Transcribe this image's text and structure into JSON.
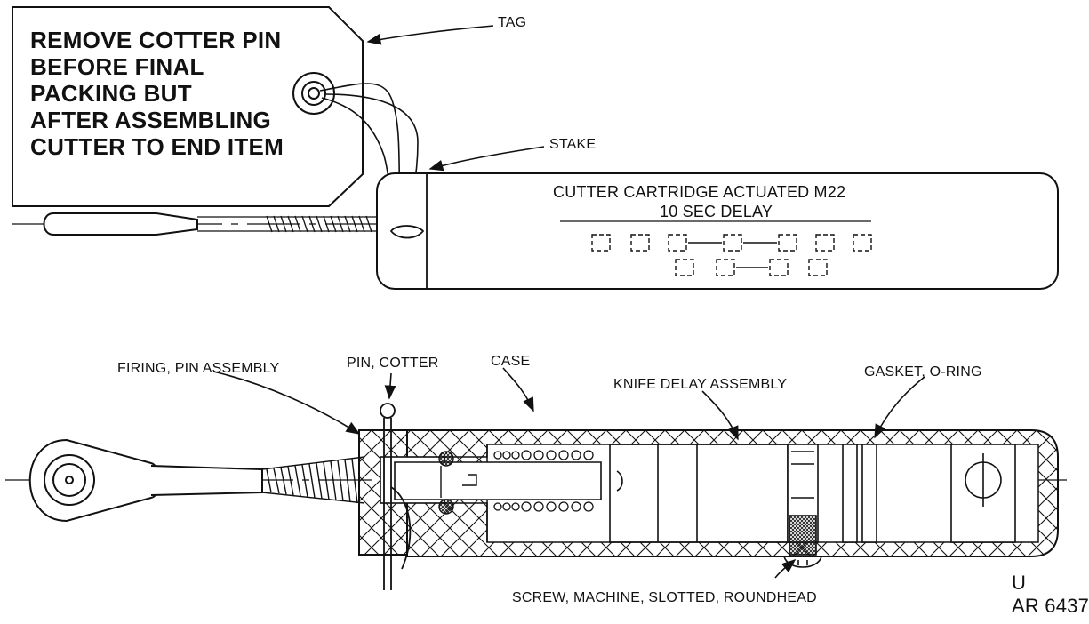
{
  "tag_note": {
    "lines": [
      "REMOVE COTTER PIN",
      "BEFORE FINAL",
      "PACKING BUT",
      "AFTER ASSEMBLING",
      "CUTTER TO END ITEM"
    ]
  },
  "top_view": {
    "tag_label": "TAG",
    "stake_label": "STAKE",
    "body_title": "CUTTER CARTRIDGE ACTUATED M22",
    "body_subtitle": "10 SEC DELAY"
  },
  "section_view": {
    "labels": {
      "pin_cotter": "PIN, COTTER",
      "firing_pin": "FIRING, PIN ASSEMBLY",
      "case": "CASE",
      "knife_delay": "KNIFE DELAY ASSEMBLY",
      "gasket": "GASKET, O-RING",
      "screw": "SCREW, MACHINE, SLOTTED, ROUNDHEAD"
    }
  },
  "figure_id": {
    "line1": "U",
    "line2": "AR 6437"
  },
  "colors": {
    "ink": "#111111",
    "paper": "#ffffff"
  }
}
